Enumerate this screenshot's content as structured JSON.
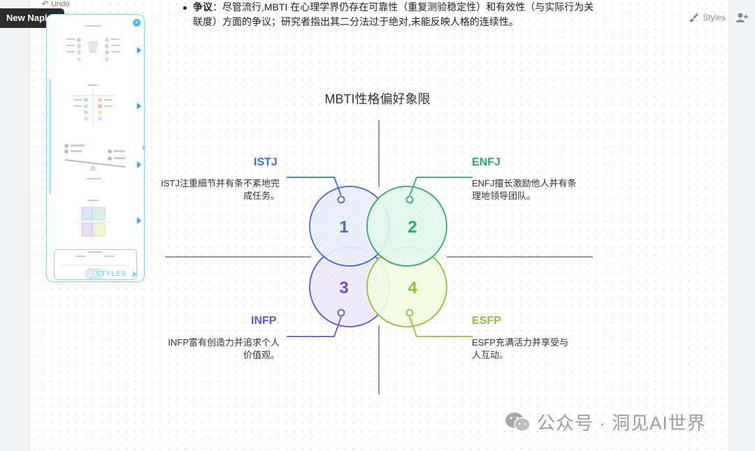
{
  "top": {
    "undo_label": "Undo",
    "new_napkin_label": "New Napkin",
    "styles_label": "Styles"
  },
  "document": {
    "bullet_bold": "争议",
    "bullet_text": "：尽管流行,MBTI 在心理学界仍存在可靠性（重复测验稳定性）和有效性（与实际行为关联度）方面的争议；研究者指出其二分法过于绝对,未能反映人格的连续性。"
  },
  "panel": {
    "styles_tag": "STYLES",
    "accent": "#4cb8ef"
  },
  "chart": {
    "title": "MBTI性格偏好象限",
    "quadrants": [
      {
        "number": "1",
        "type": "ISTJ",
        "desc": "ISTJ注重细节并有条不紊地完成任务。",
        "color": "#3a6fd8",
        "fill": "#e6ecfb"
      },
      {
        "number": "2",
        "type": "ENFJ",
        "desc": "ENFJ擅长激励他人并有条理地领导团队。",
        "color": "#2faa6a",
        "fill": "#ddf7ea"
      },
      {
        "number": "3",
        "type": "INFP",
        "desc": "INFP富有创造力并追求个人价值观。",
        "color": "#6a4fd8",
        "fill": "#ebe6fa"
      },
      {
        "number": "4",
        "type": "ESFP",
        "desc": "ESFP充满活力并享受与人互动。",
        "color": "#8ac43a",
        "fill": "#f1f9dc"
      }
    ]
  },
  "watermark": {
    "text": "公众号 · 洞见AI世界"
  }
}
